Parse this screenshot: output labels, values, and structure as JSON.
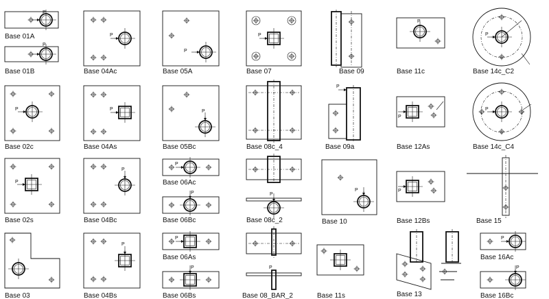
{
  "labels": {
    "base_01a": "Base 01A",
    "base_01b": "Base 01B",
    "base_04ac": "Base 04Ac",
    "base_05a": "Base 05A",
    "base_07": "Base 07",
    "base_09": "Base 09",
    "base_11c": "Base 11c",
    "base_14c_c2": "Base 14c_C2",
    "base_02c": "Base 02c",
    "base_04as": "Base 04As",
    "base_05bc": "Base 05Bc",
    "base_08c_4": "Base 08c_4",
    "base_09a": "Base 09a",
    "base_12as": "Base 12As",
    "base_14c_c4": "Base 14c_C4",
    "base_02s": "Base 02s",
    "base_04bc": "Base 04Bc",
    "base_06ac": "Base 06Ac",
    "base_06bc": "Base 06Bc",
    "base_08c_2": "Base 08c_2",
    "base_10": "Base 10",
    "base_12bs": "Base 12Bs",
    "base_15": "Base 15",
    "base_03": "Base 03",
    "base_04bs": "Base 04Bs",
    "base_06as": "Base 06As",
    "base_06bs": "Base 06Bs",
    "base_08_bar_2": "Base 08_BAR_2",
    "base_11s": "Base 11s",
    "base_13": "Base 13",
    "base_16ac": "Base 16Ac",
    "base_16bc": "Base 16Bc"
  },
  "marker": "P"
}
